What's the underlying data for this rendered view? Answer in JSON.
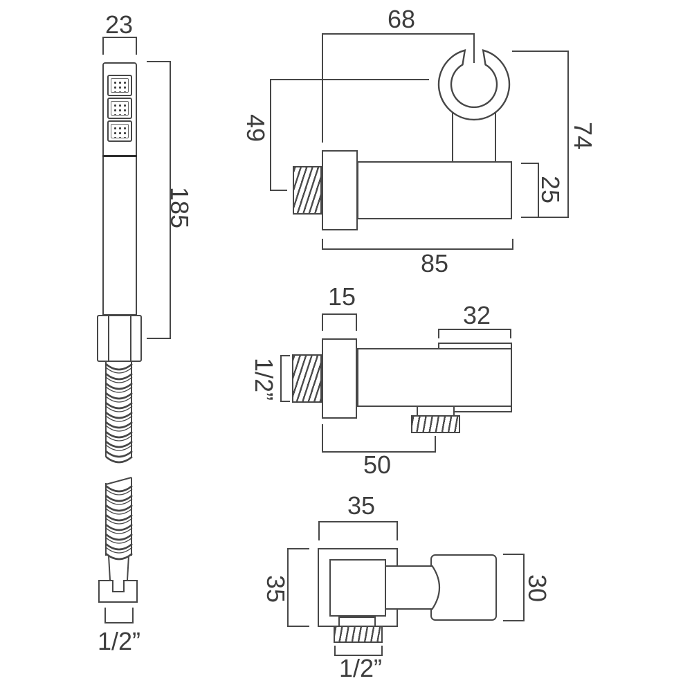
{
  "title": "Shower kit technical dimension drawing",
  "colors": {
    "line": "#474747",
    "text": "#3d3d3d",
    "background": "#ffffff"
  },
  "figures": {
    "handset": {
      "label": "handset-with-hose",
      "dims": {
        "head_width": "23",
        "handset_length": "185",
        "hose_connector": "1/2”"
      }
    },
    "bracket_outlet_side": {
      "label": "wall-outlet-with-clip-side-view",
      "dims": {
        "clip_offset": "68",
        "clip_drop": "49",
        "overall_height": "74",
        "body_height": "25",
        "body_length": "85"
      }
    },
    "outlet_plan": {
      "label": "wall-outlet-plan-view",
      "dims": {
        "flange_depth": "15",
        "cap_length": "32",
        "inlet_thread": "1/2”",
        "body_length": "50"
      }
    },
    "outlet_front": {
      "label": "wall-outlet-front-view",
      "dims": {
        "plate_width": "35",
        "plate_height": "35",
        "handle_diameter": "30",
        "outlet_thread": "1/2”"
      }
    }
  }
}
